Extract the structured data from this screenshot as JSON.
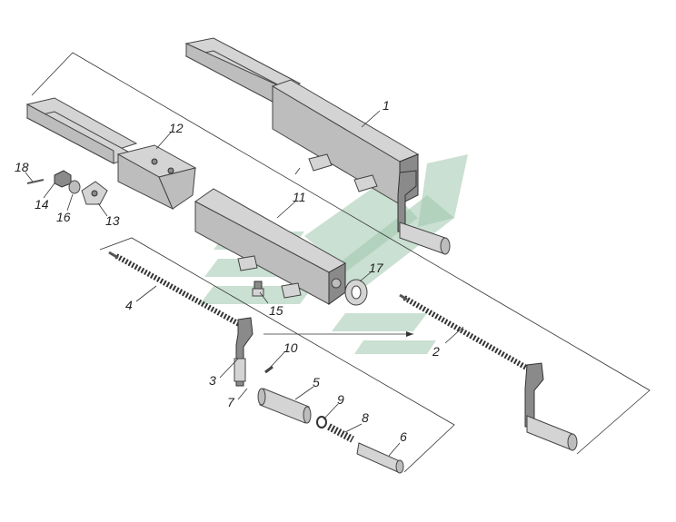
{
  "diagram": {
    "callouts": [
      {
        "id": "1",
        "text": "1"
      },
      {
        "id": "2",
        "text": "2"
      },
      {
        "id": "3",
        "text": "3"
      },
      {
        "id": "4",
        "text": "4"
      },
      {
        "id": "5",
        "text": "5"
      },
      {
        "id": "6",
        "text": "6"
      },
      {
        "id": "7",
        "text": "7"
      },
      {
        "id": "8",
        "text": "8"
      },
      {
        "id": "9",
        "text": "9"
      },
      {
        "id": "10",
        "text": "10"
      },
      {
        "id": "11",
        "text": "11"
      },
      {
        "id": "12",
        "text": "12"
      },
      {
        "id": "13",
        "text": "13"
      },
      {
        "id": "14",
        "text": "14"
      },
      {
        "id": "15",
        "text": "15"
      },
      {
        "id": "16",
        "text": "16"
      },
      {
        "id": "17",
        "text": "17"
      },
      {
        "id": "18",
        "text": "18"
      }
    ],
    "watermark_color": "#9fc7ad"
  }
}
